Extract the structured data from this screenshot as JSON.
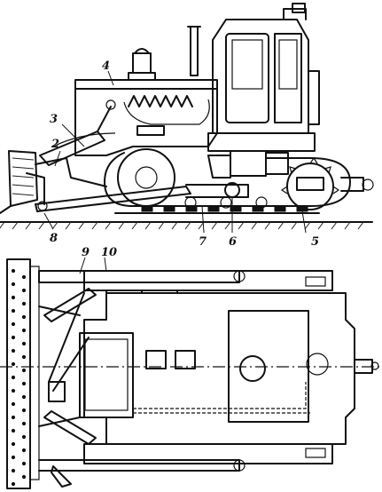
{
  "side_view": {
    "callouts": [
      {
        "label": "2"
      },
      {
        "label": "3"
      },
      {
        "label": "4"
      },
      {
        "label": "5"
      },
      {
        "label": "6"
      },
      {
        "label": "7"
      },
      {
        "label": "8"
      }
    ]
  },
  "top_view": {
    "callouts": [
      {
        "label": "9"
      },
      {
        "label": "10"
      }
    ]
  }
}
